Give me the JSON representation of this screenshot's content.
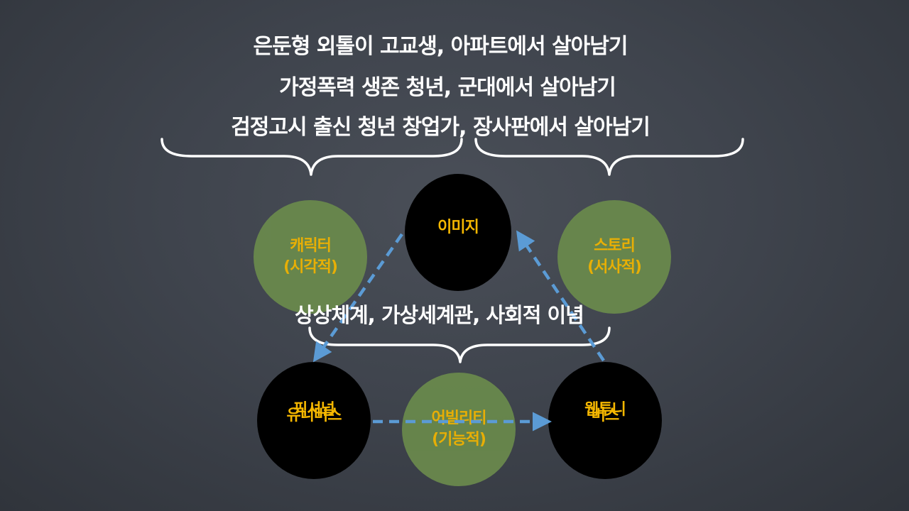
{
  "headlines": {
    "line1": "은둔형 외톨이 고교생, 아파트에서 살아남기",
    "line2": "가정폭력 생존 청년, 군대에서 살아남기",
    "line3": "검정고시 출신 청년 창업가, 장사판에서 살아남기"
  },
  "nodes": {
    "image": {
      "line1": "이미지",
      "line2": ""
    },
    "character": {
      "line1": "캐릭터",
      "line2": "(시각적)"
    },
    "story": {
      "line1": "스토리",
      "line2": "(서사적)"
    },
    "fictional_universe": {
      "line1": "픽셔널",
      "line2": "유니버스"
    },
    "ability": {
      "line1": "어빌리티",
      "line2": "(기능적)"
    },
    "webtoon_universe": {
      "line1": "웹투니",
      "line2": "버스"
    }
  },
  "world_caption": "상상체계, 가상세계관, 사회적 이념",
  "colors": {
    "background": "#3f444d",
    "node_dark": "#000000",
    "node_green": "#6a8a4c",
    "node_label": "#f5b700",
    "arrow": "#5b9bd5",
    "text": "#ffffff"
  }
}
